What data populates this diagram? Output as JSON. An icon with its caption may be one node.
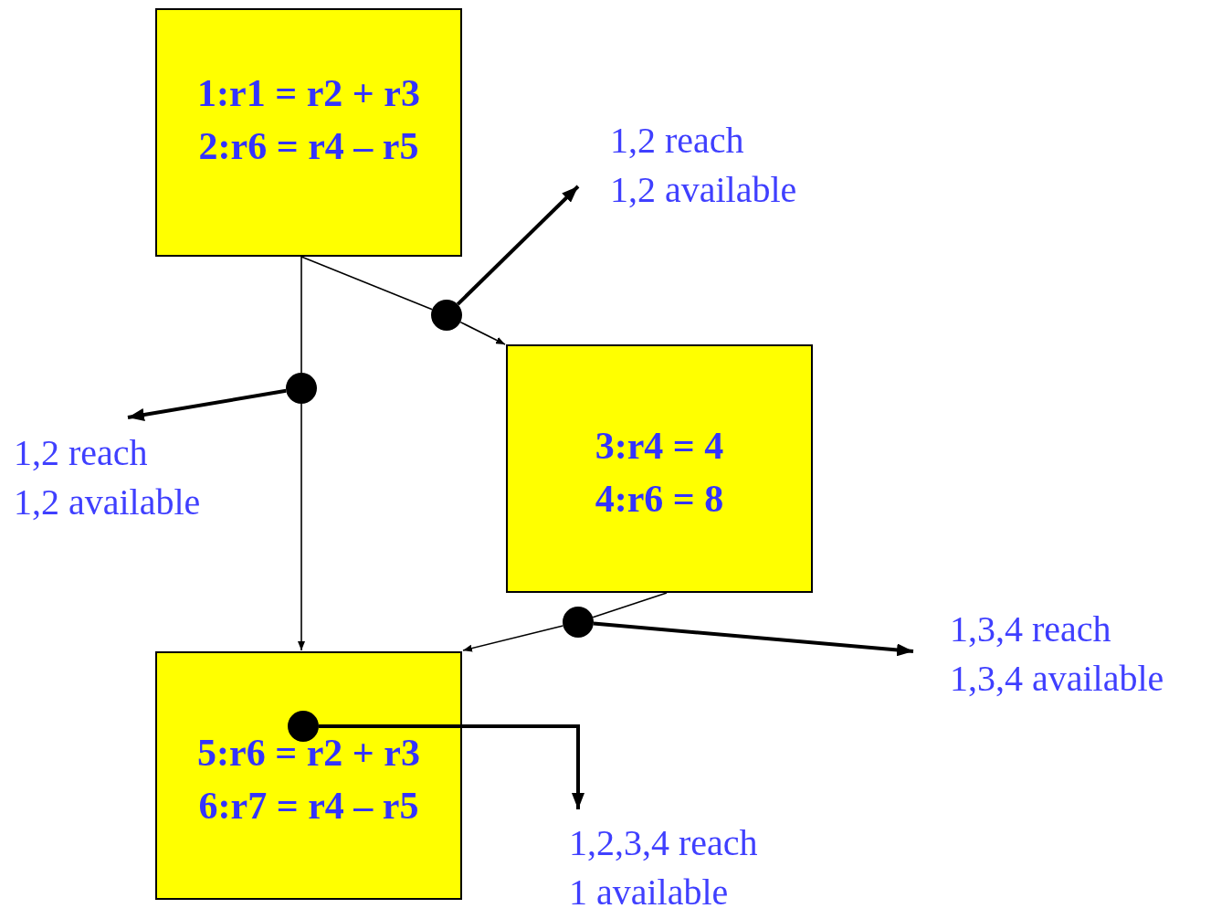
{
  "diagram": {
    "nodes": [
      {
        "text": [
          "1:r1 = r2 + r3",
          "2:r6 = r4 – r5"
        ]
      },
      {
        "text": [
          "3:r4 = 4",
          "4:r6 = 8"
        ]
      },
      {
        "text": [
          "5:r6 = r2 + r3",
          "6:r7 = r4 – r5"
        ]
      },
      {
        "text": [
          "1,2 reach",
          "1,2 available"
        ]
      },
      {
        "text": [
          "1,2 reach",
          "1,2 available"
        ]
      },
      {
        "text": [
          "1,3,4 reach",
          "1,3,4 available"
        ]
      },
      {
        "text": [
          "1,2,3,4 reach",
          "1 available"
        ]
      },
      {
        "text": [],
        "shape": "circle"
      },
      {
        "text": [],
        "shape": "circle"
      },
      {
        "text": [],
        "shape": "circle"
      },
      {
        "text": [],
        "shape": "circle",
        "in": 2
      }
    ],
    "edges": [
      {
        "from": 0,
        "to": 7,
        "arrow": "none"
      },
      {
        "from": 7,
        "to": 1,
        "arrow": "to"
      },
      {
        "from": 0,
        "to": 8,
        "arrow": "none"
      },
      {
        "from": 8,
        "to": 2,
        "arrow": "to"
      },
      {
        "from": 1,
        "to": 9,
        "arrow": "none"
      },
      {
        "from": 9,
        "to": 2,
        "arrow": "to"
      },
      {
        "from": 7,
        "to": 3,
        "arrow": "to",
        "style": "thick"
      },
      {
        "from": 8,
        "to": 4,
        "arrow": "to",
        "style": "thick"
      },
      {
        "from": 9,
        "to": 5,
        "arrow": "to",
        "style": "thick"
      },
      {
        "from": 10,
        "to": 6,
        "arrow": "to",
        "style": "thick"
      }
    ]
  }
}
